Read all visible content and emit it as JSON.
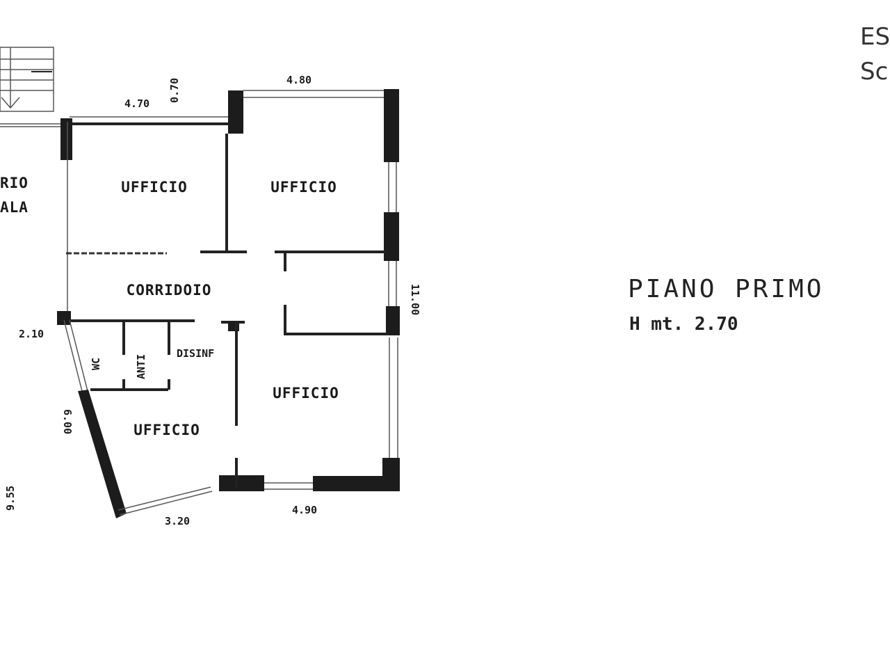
{
  "header": {
    "line1": "ES",
    "line2": "Sc"
  },
  "floor": {
    "title": "PIANO PRIMO",
    "height": "H mt. 2.70"
  },
  "rooms": {
    "office_top_left": "UFFICIO",
    "office_top_right": "UFFICIO",
    "office_bottom_right": "UFFICIO",
    "office_bottom_left": "UFFICIO",
    "corridor": "CORRIDOIO",
    "stair_line1": "RIO",
    "stair_line2": "ALA",
    "wc": "WC",
    "anti": "ANTI",
    "disinf": "DISINF"
  },
  "dimensions": {
    "top_left_width": "4.70",
    "top_offset": "0.70",
    "top_right_width": "4.80",
    "right_length": "11.00",
    "left_segment": "2.10",
    "slanted_wall": "6.00",
    "left_length": "9.55",
    "bottom_left": "3.20",
    "bottom_right": "4.90"
  }
}
